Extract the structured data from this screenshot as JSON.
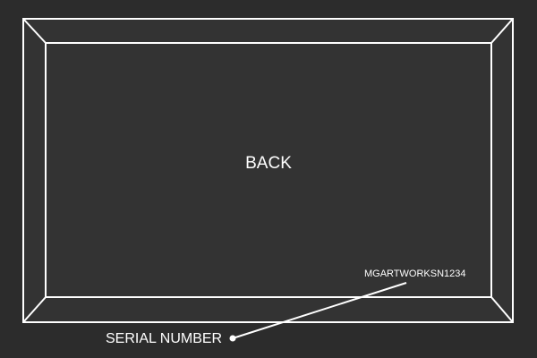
{
  "diagram": {
    "panel_label": "BACK",
    "serial_value": "MGARTWORKSN1234",
    "callout_label": "SERIAL NUMBER"
  },
  "colors": {
    "background": "#2c2c2c",
    "panel_fill": "#333333",
    "stroke": "#ffffff",
    "text": "#ffffff"
  }
}
